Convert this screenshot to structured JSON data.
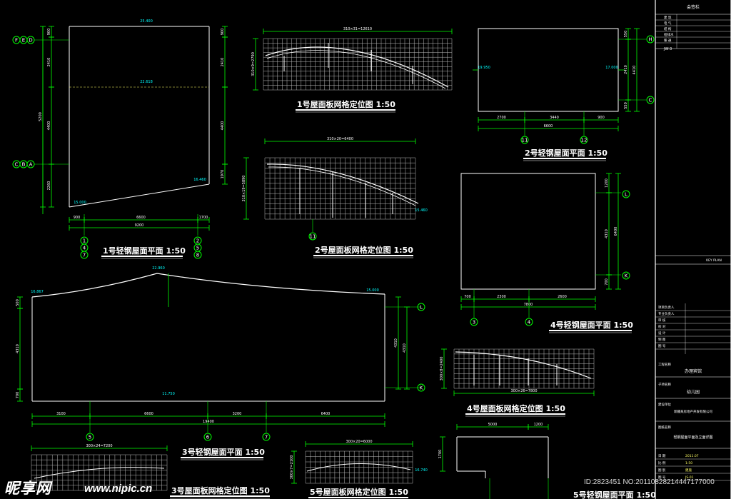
{
  "plan1": {
    "title": "1号轻钢屋面平面 1:50",
    "axes": [
      "F",
      "E",
      "D",
      "C",
      "B",
      "A"
    ],
    "axes_bottom": [
      "1",
      "4",
      "7",
      "2",
      "5",
      "8"
    ],
    "dims_left": [
      "900",
      "2410",
      "5200",
      "4400",
      "1970",
      "2260"
    ],
    "dims_bottom": [
      "900",
      "6600",
      "1700",
      "9200"
    ],
    "elevations": [
      "25.400",
      "22.618",
      "15.000",
      "16.460"
    ]
  },
  "grid1": {
    "title": "1号屋面板网格定位图 1:50",
    "dim_top": "310×31=12610",
    "dim_left": "310×9=2790"
  },
  "grid2": {
    "title": "2号屋面板网格定位图 1:50",
    "dim_top": "310×20=6400",
    "dim_left": "310×19=5890",
    "axis": "11",
    "elev": "15.460"
  },
  "plan2": {
    "title": "2号轻钢屋面平面 1:50",
    "axes_right": [
      "H",
      "C"
    ],
    "axes_bottom": [
      "11",
      "12"
    ],
    "dims_bottom": [
      "2700",
      "3440",
      "6600",
      "900"
    ],
    "dims_right": [
      "550",
      "2410",
      "4410",
      "550"
    ],
    "elevations": [
      "19.950",
      "17.000"
    ]
  },
  "plan3": {
    "title": "3号轻钢屋面平面 1:50",
    "axes_right": [
      "L",
      "K"
    ],
    "axes_bottom": [
      "5",
      "6",
      "7"
    ],
    "dims_bottom": [
      "3100",
      "6600",
      "3200",
      "6400",
      "19400"
    ],
    "dims_left": [
      "500",
      "4310",
      "700"
    ],
    "elevations": [
      "16.867",
      "22.960",
      "15.000",
      "11.750"
    ]
  },
  "grid3": {
    "title": "3号屋面板网格定位图 1:50",
    "dim_top": "300×24=7200"
  },
  "plan4": {
    "title": "4号轻钢屋面平面 1:50",
    "axes_right": [
      "L",
      "K"
    ],
    "axes_bottom": [
      "3",
      "4"
    ],
    "dims_bottom": [
      "700",
      "2300",
      "2600",
      "7800"
    ],
    "dims_right": [
      "1200",
      "4310",
      "6400",
      "700"
    ]
  },
  "grid4": {
    "title": "4号屋面板网格定位图 1:50",
    "dim_bottom": "300×26=7800",
    "dim_left": "300×8=2400"
  },
  "grid5": {
    "title": "5号屋面板网格定位图 1:50",
    "dim_top": "300×20=6000",
    "dim_left": "300×7=2100",
    "elev": "16.740"
  },
  "plan5": {
    "title": "5号轻钢屋面平面 1:50",
    "dims_top": [
      "5000",
      "1200"
    ],
    "dim_left": "1700"
  },
  "titleblock": {
    "header": "会签栏",
    "rows": [
      "建 筑",
      "电 气",
      "结 构",
      "给排水",
      "暖 通"
    ],
    "drawing_no": "JW-3",
    "key_plan": "KEY PLAN",
    "labels": [
      "项目负责人",
      "专业负责人",
      "审 核",
      "校 对",
      "设 计",
      "制 图",
      "图 号"
    ],
    "project_label": "工程名称",
    "project": "办理宾馆",
    "sub_label": "子项名称",
    "sub": "幼儿园",
    "client_label": "建设单位",
    "client": "新疆某房地产开发有限公司",
    "drawing_title_label": "图纸名称",
    "drawing_title": "轻钢屋面平面及立面详图",
    "footer": [
      "日 期",
      "比 例",
      "图 别",
      "图 号"
    ],
    "footer_vals": [
      "2011.07",
      "1:50",
      "建施",
      "JS-01"
    ]
  },
  "watermark": {
    "logo": "昵享网",
    "url": "www.nipic.cn",
    "id": "ID:2823451 NO:20110828214447177000"
  },
  "colors": {
    "bg": "#000000",
    "line": "#ffffff",
    "dim": "#00ff00",
    "axis": "#00ff00",
    "text": "#ffffff",
    "elev": "#00ffff"
  }
}
